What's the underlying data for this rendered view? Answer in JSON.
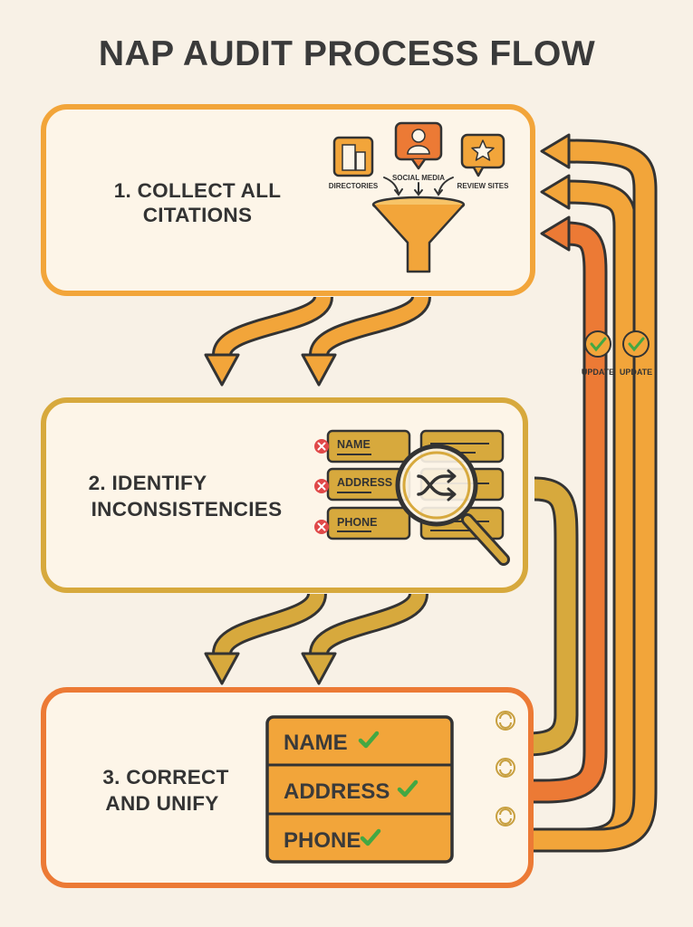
{
  "title": "NAP AUDIT PROCESS FLOW",
  "steps": [
    {
      "line1": "1. COLLECT ALL",
      "line2": "CITATIONS"
    },
    {
      "line1": "2. IDENTIFY",
      "line2": "INCONSISTENCIES"
    },
    {
      "line1": "3. CORRECT",
      "line2": "AND UNIFY"
    }
  ],
  "sources": {
    "directories": "DIRECTORIES",
    "social": "SOCIAL MEDIA",
    "reviews": "REVIEW SITES"
  },
  "fields": {
    "name": "NAME",
    "address": "ADDRESS",
    "phone": "PHONE"
  },
  "update_label": "UPDATE",
  "colors": {
    "step1": "#f2a53a",
    "step2": "#d7a93d",
    "step3": "#ec7a35",
    "background": "#f8f1e6",
    "check": "#43a843",
    "error": "#e04848"
  }
}
